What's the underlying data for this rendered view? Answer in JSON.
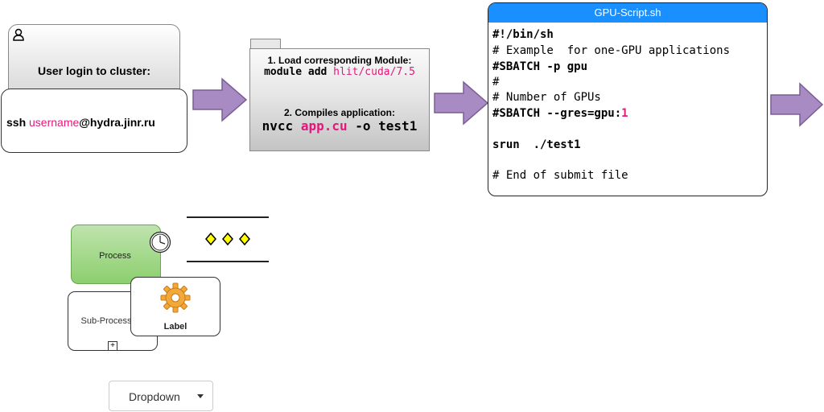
{
  "login": {
    "title": "User login to cluster:",
    "cmd_prefix": "ssh ",
    "cmd_user": "username",
    "cmd_host": "@hydra.jinr.ru"
  },
  "module": {
    "step1_title": "1. Load corresponding Module:",
    "step1_cmd": "module add ",
    "step1_arg": "hlit/cuda/7.5",
    "step2_title": "2. Compiles application:",
    "step2_cmd": "nvcc ",
    "step2_file": "app.cu",
    "step2_rest": " -o test1"
  },
  "script": {
    "title": "GPU-Script.sh",
    "lines": [
      "#!/bin/sh",
      "# Example  for one-GPU applications",
      "#SBATCH -p gpu",
      "#",
      "# Number of GPUs",
      "#SBATCH --gres=gpu:",
      "1",
      "srun  ./test1",
      "# End of submit file"
    ]
  },
  "shapes": {
    "process_label": "Process",
    "subprocess_label": "Sub-Process",
    "label_card_text": "Label",
    "expand_marker": "+"
  },
  "dropdown": {
    "label": "Dropdown"
  },
  "colors": {
    "accent_pink": "#e3187a",
    "header_blue": "#1a8fff",
    "arrow_purple": "#a98bc4",
    "process_green": "#8ccf6e",
    "diamond_yellow": "#ffff00"
  },
  "icons": [
    "user-icon",
    "arrow-right-icon",
    "timer-icon",
    "gear-icon",
    "diamond-icon",
    "expand-icon",
    "caret-down-icon"
  ]
}
